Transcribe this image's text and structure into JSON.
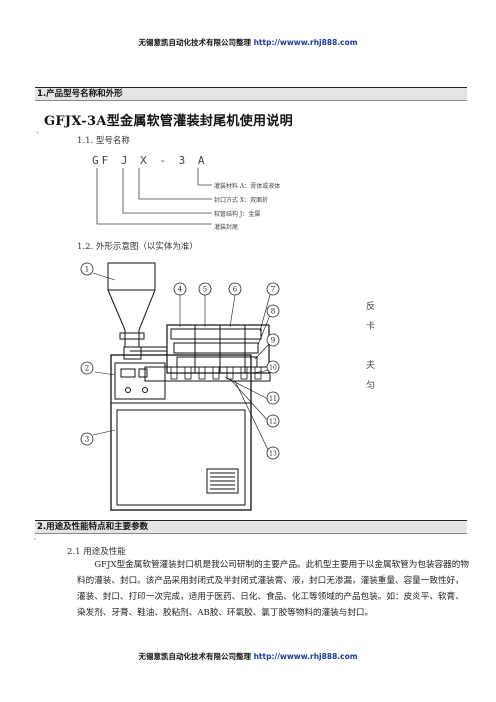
{
  "header": {
    "company": "无锡意凯自动化技术有限公司整理",
    "url": "http://wwww.rhj888.com"
  },
  "footer": {
    "company": "无锡意凯自动化技术有限公司整理",
    "url": "http://wwww.rhj888.com"
  },
  "section1": {
    "heading": "1.产品型号名称和外形"
  },
  "doc_title": "GFJX-3A型金属软管灌装封尾机使用说明",
  "s1_1": {
    "heading": "1.1. 型号名称",
    "model_code": "GF J X - 3 A",
    "labels": [
      "灌装材料 A：膏体或液体",
      "封口方式 X：双面折",
      "软管结构 J：金属",
      "灌装封尾"
    ]
  },
  "s1_2": {
    "heading": "1.2. 外形示意图（以实体为准）",
    "callouts": [
      "1",
      "2",
      "3",
      "4",
      "5",
      "6",
      "7",
      "8",
      "9",
      "10",
      "11",
      "12",
      "13"
    ],
    "side_chars": [
      "反",
      "卡",
      "",
      "夫",
      "匀"
    ]
  },
  "section2": {
    "heading": "2.用途及性能特点和主要参数"
  },
  "s2_1": {
    "heading": "2.1  用途及性能",
    "paragraph": "GFJX型金属软管灌装封口机是我公司研制的主要产品。此机型主要用于以金属软管为包装容器的物料的灌装、封口。该产品采用封闭式及半封闭式灌装膏、液，封口无渗漏，灌装重量、容量一致性好，灌装、封口、打印一次完成，适用于医药、日化、食品、化工等领域的产品包装。如：皮炎平、软膏、染发剂、牙膏、鞋油、胶粘剂、AB胶、环氧胶、氯丁胶等物料的灌装与封口。"
  },
  "marks": {
    "m1": "、",
    "m2": ";"
  }
}
